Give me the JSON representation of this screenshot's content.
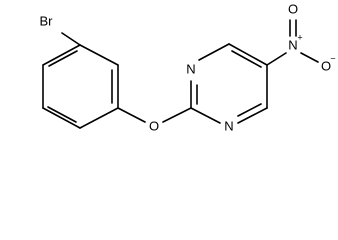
{
  "molecule": {
    "atoms": {
      "br": "Br",
      "o_ether": "O",
      "n1": "N",
      "n3": "N",
      "n_nitro": "N",
      "n_nitro_charge": "+",
      "o_nitro_top": "O",
      "o_nitro_side": "O",
      "o_nitro_side_charge": "−"
    }
  }
}
